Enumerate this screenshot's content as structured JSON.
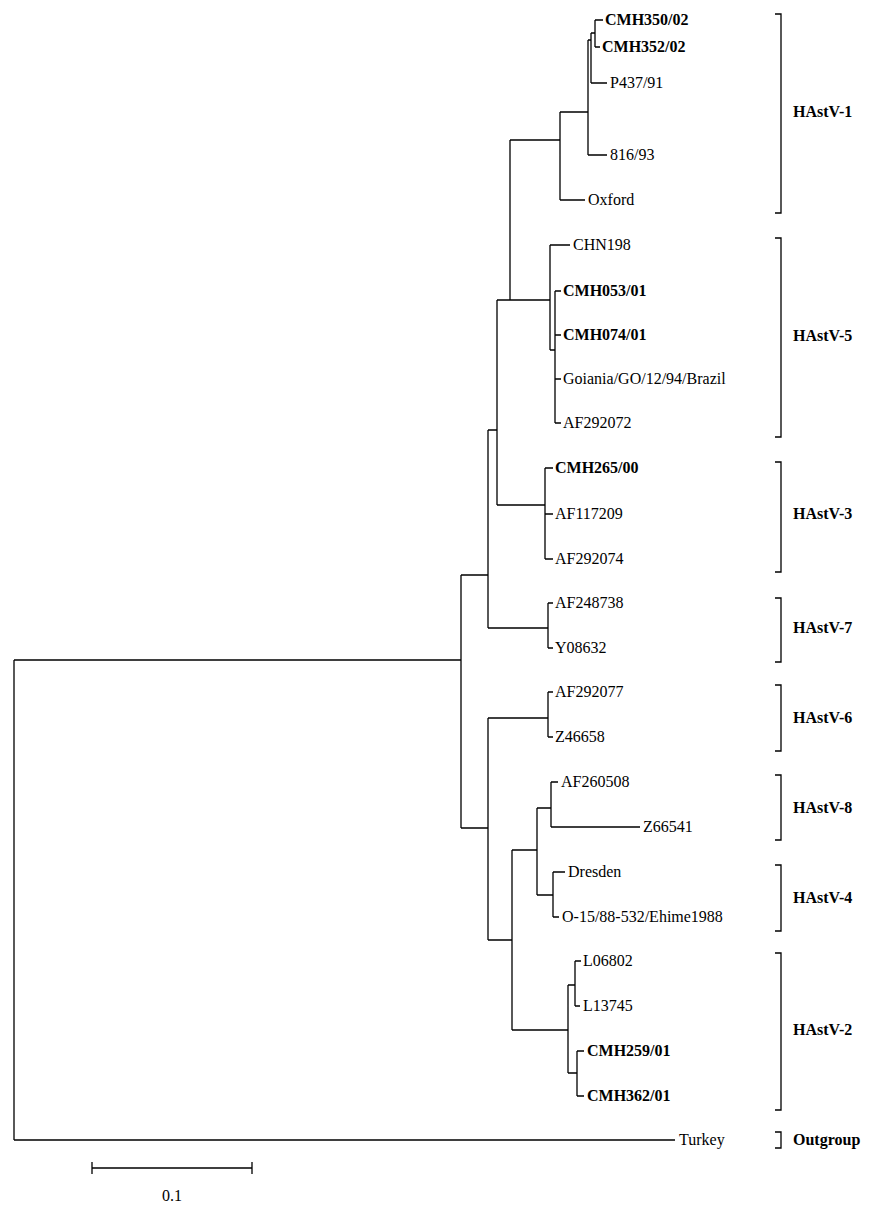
{
  "diagram": {
    "labels": [
      "CMH350/02",
      "CMH352/02",
      "P437/91",
      "816/93",
      "Oxford",
      "CHN198",
      "CMH053/01",
      "CMH074/01",
      "Goiania/GO/12/94/Brazil",
      "AF292072",
      "CMH265/00",
      "AF117209",
      "AF292074",
      "AF248738",
      "Y08632",
      "AF292077",
      "Z46658",
      "AF260508",
      "Z66541",
      "Dresden",
      "O-15/88-532/Ehime1988",
      "L06802",
      "L13745",
      "CMH259/01",
      "CMH362/01",
      "Turkey",
      "HAstV-1",
      "HAstV-5",
      "HAstV-3",
      "HAstV-7",
      "HAstV-6",
      "HAstV-8",
      "HAstV-4",
      "HAstV-2",
      "Outgroup",
      "0.1"
    ]
  }
}
